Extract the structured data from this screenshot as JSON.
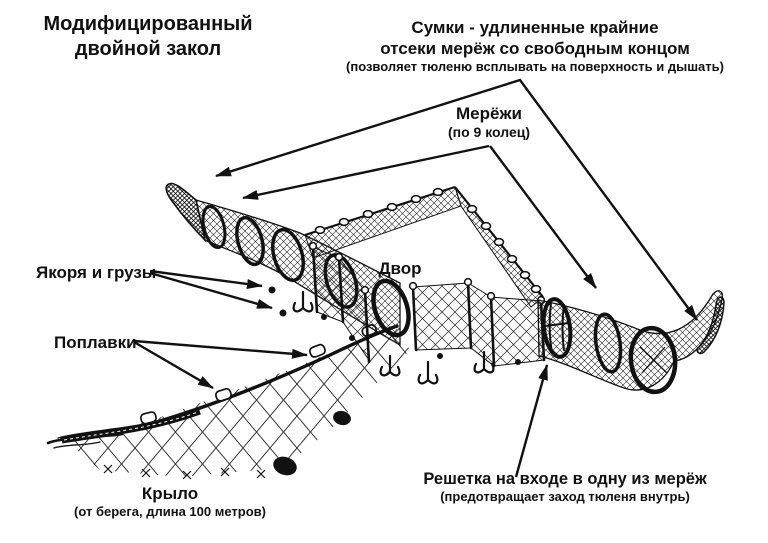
{
  "title": {
    "line1": "Модифицированный",
    "line2": "двойной закол"
  },
  "labels": {
    "sumki": {
      "line1": "Сумки - удлиненные крайние",
      "line2": "отсеки мерёж со свободным концом",
      "note": "(позволяет тюленю всплывать на поверхность и дышать)"
    },
    "merezhi": {
      "name": "Мерёжи",
      "note": "(по 9 колец)"
    },
    "anchors": "Якоря и грузы",
    "floats": "Поплавки",
    "yard": "Двор",
    "wing": {
      "name": "Крыло",
      "note": "(от берега, длина 100 метров)"
    },
    "grate": {
      "line1": "Решетка на входе в одну из мерёж",
      "note": "(предотвращает заход тюленя внутрь)"
    }
  },
  "colors": {
    "ink": "#111111",
    "background": "#ffffff"
  }
}
